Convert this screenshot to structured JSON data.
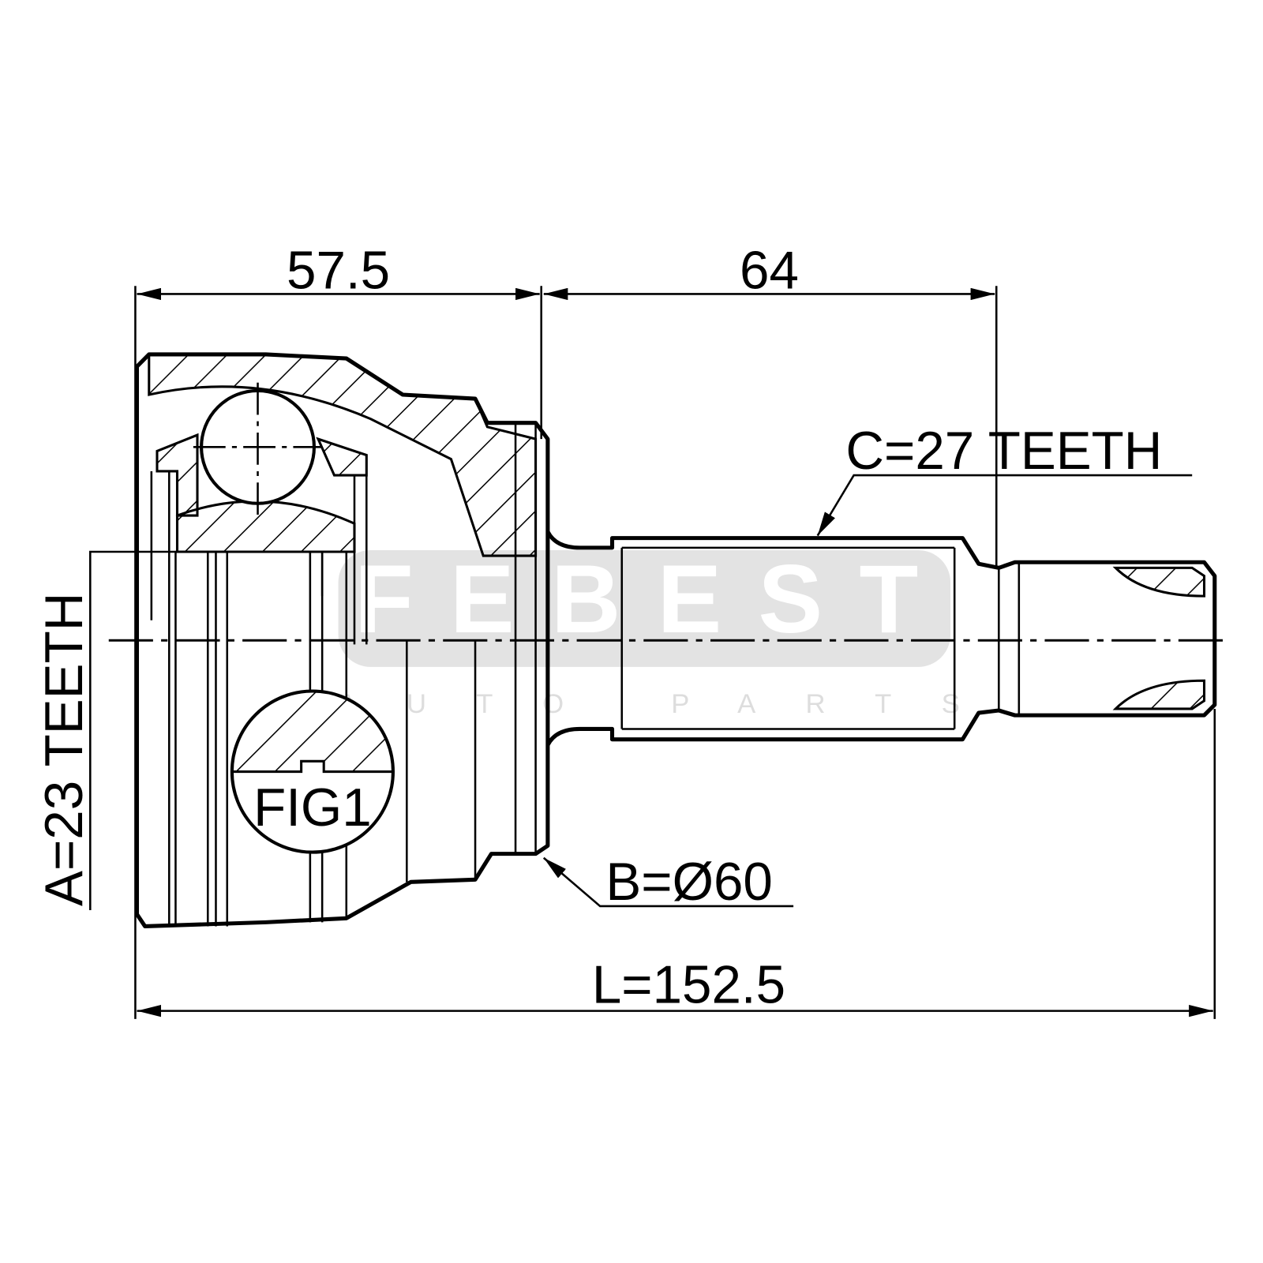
{
  "dimensions": {
    "width_left": "57.5",
    "width_right": "64",
    "spline_c": "C=27 TEETH",
    "spline_a": "A=23 TEETH",
    "diameter_b": "B=Ø60",
    "length_l": "L=152.5"
  },
  "figure_label": "FIG1",
  "watermark": {
    "brand": "FEBEST",
    "tagline": "AUTO PARTS"
  }
}
